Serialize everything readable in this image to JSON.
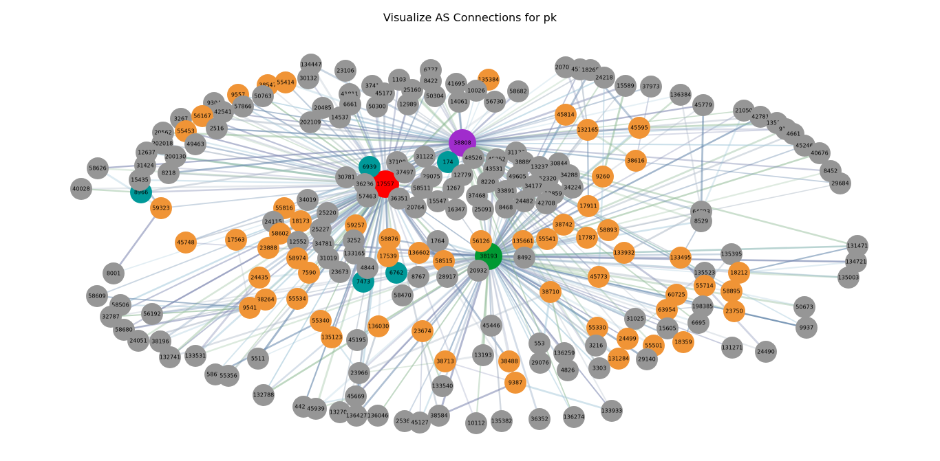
{
  "title": "Visualize AS Connections for pk",
  "colors": {
    "default": "#969696",
    "orange": "#f09436",
    "teal": "#009999",
    "red": "#ff0000",
    "purple": "#a02ccc",
    "green": "#009933"
  },
  "hubs": [
    "17557",
    "38193",
    "38808"
  ],
  "edge_colors": [
    "#5b7fa6",
    "#9fc5d8",
    "#8cb892",
    "#7c86b0",
    "#aab6c4"
  ],
  "nodes": [
    {
      "id": "17557",
      "c": "red",
      "hub": true
    },
    {
      "id": "38193",
      "c": "green",
      "hub": true
    },
    {
      "id": "38808",
      "c": "purple",
      "hub": true
    },
    {
      "id": "6939",
      "c": "teal"
    },
    {
      "id": "174",
      "c": "teal"
    },
    {
      "id": "8966",
      "c": "teal"
    },
    {
      "id": "7473",
      "c": "teal"
    },
    {
      "id": "6762",
      "c": "teal"
    },
    {
      "id": "134447"
    },
    {
      "id": "23106"
    },
    {
      "id": "6777"
    },
    {
      "id": "30132"
    },
    {
      "id": "38547",
      "c": "orange"
    },
    {
      "id": "55414",
      "c": "orange"
    },
    {
      "id": "1103"
    },
    {
      "id": "8422"
    },
    {
      "id": "135384",
      "c": "orange"
    },
    {
      "id": "3741"
    },
    {
      "id": "41695"
    },
    {
      "id": "25160"
    },
    {
      "id": "45177"
    },
    {
      "id": "41811"
    },
    {
      "id": "10026"
    },
    {
      "id": "58682"
    },
    {
      "id": "9557",
      "c": "orange"
    },
    {
      "id": "50763"
    },
    {
      "id": "50304"
    },
    {
      "id": "9304"
    },
    {
      "id": "57866"
    },
    {
      "id": "6661"
    },
    {
      "id": "12989"
    },
    {
      "id": "14061"
    },
    {
      "id": "56730"
    },
    {
      "id": "42541"
    },
    {
      "id": "20485"
    },
    {
      "id": "50300"
    },
    {
      "id": "3267"
    },
    {
      "id": "56167",
      "c": "orange"
    },
    {
      "id": "14537"
    },
    {
      "id": "202109"
    },
    {
      "id": "2516"
    },
    {
      "id": "20562"
    },
    {
      "id": "55453",
      "c": "orange"
    },
    {
      "id": "202018"
    },
    {
      "id": "49463"
    },
    {
      "id": "12637"
    },
    {
      "id": "200130"
    },
    {
      "id": "31424"
    },
    {
      "id": "8218"
    },
    {
      "id": "15435"
    },
    {
      "id": "58626"
    },
    {
      "id": "40028"
    },
    {
      "id": "59323",
      "c": "orange"
    },
    {
      "id": "207072"
    },
    {
      "id": "45178"
    },
    {
      "id": "18265"
    },
    {
      "id": "24218"
    },
    {
      "id": "15589"
    },
    {
      "id": "37973"
    },
    {
      "id": "136384"
    },
    {
      "id": "45779"
    },
    {
      "id": "45814",
      "c": "orange"
    },
    {
      "id": "21050"
    },
    {
      "id": "42781"
    },
    {
      "id": "135124"
    },
    {
      "id": "9155"
    },
    {
      "id": "4661"
    },
    {
      "id": "45246"
    },
    {
      "id": "40676"
    },
    {
      "id": "132165",
      "c": "orange"
    },
    {
      "id": "45595",
      "c": "orange"
    },
    {
      "id": "31133"
    },
    {
      "id": "45352"
    },
    {
      "id": "31122"
    },
    {
      "id": "37100"
    },
    {
      "id": "37497"
    },
    {
      "id": "48526"
    },
    {
      "id": "38880"
    },
    {
      "id": "13237"
    },
    {
      "id": "30844"
    },
    {
      "id": "38616",
      "c": "orange"
    },
    {
      "id": "8452"
    },
    {
      "id": "29684"
    },
    {
      "id": "30781"
    },
    {
      "id": "36236"
    },
    {
      "id": "29075"
    },
    {
      "id": "12779"
    },
    {
      "id": "43531"
    },
    {
      "id": "49605"
    },
    {
      "id": "52320"
    },
    {
      "id": "34288"
    },
    {
      "id": "9260",
      "c": "orange"
    },
    {
      "id": "8220"
    },
    {
      "id": "34177"
    },
    {
      "id": "34224"
    },
    {
      "id": "58511"
    },
    {
      "id": "1267"
    },
    {
      "id": "33891"
    },
    {
      "id": "12859"
    },
    {
      "id": "57463"
    },
    {
      "id": "36351"
    },
    {
      "id": "15547"
    },
    {
      "id": "37468"
    },
    {
      "id": "24482"
    },
    {
      "id": "42708"
    },
    {
      "id": "34019"
    },
    {
      "id": "20764"
    },
    {
      "id": "16347"
    },
    {
      "id": "25091"
    },
    {
      "id": "8468"
    },
    {
      "id": "17911",
      "c": "orange"
    },
    {
      "id": "64093"
    },
    {
      "id": "8529"
    },
    {
      "id": "55816",
      "c": "orange"
    },
    {
      "id": "25220"
    },
    {
      "id": "24115"
    },
    {
      "id": "18173",
      "c": "orange"
    },
    {
      "id": "25227"
    },
    {
      "id": "59257",
      "c": "orange"
    },
    {
      "id": "38742",
      "c": "orange"
    },
    {
      "id": "58893",
      "c": "orange"
    },
    {
      "id": "58602",
      "c": "orange"
    },
    {
      "id": "45748",
      "c": "orange"
    },
    {
      "id": "17563",
      "c": "orange"
    },
    {
      "id": "12552"
    },
    {
      "id": "58876",
      "c": "orange"
    },
    {
      "id": "1764"
    },
    {
      "id": "3252"
    },
    {
      "id": "34781"
    },
    {
      "id": "56126",
      "c": "orange"
    },
    {
      "id": "135661",
      "c": "orange"
    },
    {
      "id": "55541",
      "c": "orange"
    },
    {
      "id": "17787",
      "c": "orange"
    },
    {
      "id": "23888",
      "c": "orange"
    },
    {
      "id": "133165"
    },
    {
      "id": "136602",
      "c": "orange"
    },
    {
      "id": "133932",
      "c": "orange"
    },
    {
      "id": "133495",
      "c": "orange"
    },
    {
      "id": "135395"
    },
    {
      "id": "131471"
    },
    {
      "id": "58974",
      "c": "orange"
    },
    {
      "id": "31019"
    },
    {
      "id": "17539",
      "c": "orange"
    },
    {
      "id": "58515",
      "c": "orange"
    },
    {
      "id": "8492"
    },
    {
      "id": "134721"
    },
    {
      "id": "8001"
    },
    {
      "id": "7590",
      "c": "orange"
    },
    {
      "id": "23673"
    },
    {
      "id": "4844"
    },
    {
      "id": "8767"
    },
    {
      "id": "28917"
    },
    {
      "id": "20932"
    },
    {
      "id": "135523"
    },
    {
      "id": "18212",
      "c": "orange"
    },
    {
      "id": "135003"
    },
    {
      "id": "24435",
      "c": "orange"
    },
    {
      "id": "45773",
      "c": "orange"
    },
    {
      "id": "55714",
      "c": "orange"
    },
    {
      "id": "58609"
    },
    {
      "id": "38264",
      "c": "orange"
    },
    {
      "id": "55534",
      "c": "orange"
    },
    {
      "id": "58470"
    },
    {
      "id": "38710",
      "c": "orange"
    },
    {
      "id": "60725",
      "c": "orange"
    },
    {
      "id": "58895",
      "c": "orange"
    },
    {
      "id": "58506"
    },
    {
      "id": "9541",
      "c": "orange"
    },
    {
      "id": "56192"
    },
    {
      "id": "198385"
    },
    {
      "id": "23750",
      "c": "orange"
    },
    {
      "id": "50673"
    },
    {
      "id": "32787"
    },
    {
      "id": "63954",
      "c": "orange"
    },
    {
      "id": "31025"
    },
    {
      "id": "55340",
      "c": "orange"
    },
    {
      "id": "136030",
      "c": "orange"
    },
    {
      "id": "45446"
    },
    {
      "id": "6695"
    },
    {
      "id": "58680"
    },
    {
      "id": "23674",
      "c": "orange"
    },
    {
      "id": "55330",
      "c": "orange"
    },
    {
      "id": "15605"
    },
    {
      "id": "9937"
    },
    {
      "id": "24051"
    },
    {
      "id": "135123",
      "c": "orange"
    },
    {
      "id": "45195"
    },
    {
      "id": "553"
    },
    {
      "id": "3216"
    },
    {
      "id": "24499",
      "c": "orange"
    },
    {
      "id": "18359",
      "c": "orange"
    },
    {
      "id": "55501",
      "c": "orange"
    },
    {
      "id": "131271"
    },
    {
      "id": "24490"
    },
    {
      "id": "38196"
    },
    {
      "id": "133531"
    },
    {
      "id": "132741"
    },
    {
      "id": "5511"
    },
    {
      "id": "13193"
    },
    {
      "id": "38713",
      "c": "orange"
    },
    {
      "id": "38488",
      "c": "orange"
    },
    {
      "id": "29076"
    },
    {
      "id": "136259"
    },
    {
      "id": "131284",
      "c": "orange"
    },
    {
      "id": "29140"
    },
    {
      "id": "58616"
    },
    {
      "id": "55356"
    },
    {
      "id": "23966"
    },
    {
      "id": "4826"
    },
    {
      "id": "3303"
    },
    {
      "id": "9387",
      "c": "orange"
    },
    {
      "id": "133540"
    },
    {
      "id": "132788"
    },
    {
      "id": "45669"
    },
    {
      "id": "44217"
    },
    {
      "id": "45939"
    },
    {
      "id": "132707"
    },
    {
      "id": "136427"
    },
    {
      "id": "136046"
    },
    {
      "id": "38584"
    },
    {
      "id": "25369"
    },
    {
      "id": "45127"
    },
    {
      "id": "10112"
    },
    {
      "id": "135382"
    },
    {
      "id": "36352"
    },
    {
      "id": "136274"
    },
    {
      "id": "133933"
    }
  ],
  "extra_edges": [
    [
      "207072",
      "132165"
    ],
    [
      "45178",
      "132165"
    ],
    [
      "18265",
      "45595"
    ],
    [
      "24218",
      "9260"
    ],
    [
      "15589",
      "9260"
    ],
    [
      "37973",
      "38616"
    ],
    [
      "136384",
      "64093"
    ],
    [
      "45779",
      "64093"
    ],
    [
      "21050",
      "64093"
    ],
    [
      "135124",
      "45595"
    ],
    [
      "9155",
      "132165"
    ],
    [
      "64093",
      "133932"
    ],
    [
      "8529",
      "133495"
    ],
    [
      "9260",
      "45773"
    ],
    [
      "38616",
      "132165"
    ],
    [
      "133495",
      "55714"
    ],
    [
      "135395",
      "55714"
    ],
    [
      "18212",
      "131471"
    ],
    [
      "18212",
      "134721"
    ],
    [
      "18212",
      "135003"
    ],
    [
      "135523",
      "60725"
    ],
    [
      "198385",
      "63954"
    ],
    [
      "23750",
      "9937"
    ],
    [
      "58895",
      "50673"
    ],
    [
      "60725",
      "23750"
    ],
    [
      "55714",
      "24490"
    ],
    [
      "55501",
      "63954"
    ],
    [
      "18359",
      "55714"
    ],
    [
      "131284",
      "38710"
    ],
    [
      "24499",
      "60725"
    ],
    [
      "45748",
      "23888"
    ],
    [
      "17563",
      "9541"
    ],
    [
      "9541",
      "58609"
    ],
    [
      "9541",
      "58506"
    ],
    [
      "9541",
      "32787"
    ],
    [
      "9541",
      "58680"
    ],
    [
      "9541",
      "24051"
    ],
    [
      "38264",
      "56192"
    ],
    [
      "38264",
      "38196"
    ],
    [
      "24435",
      "132741"
    ],
    [
      "24435",
      "133531"
    ],
    [
      "55534",
      "55356"
    ],
    [
      "55340",
      "58616"
    ],
    [
      "23966",
      "55340"
    ],
    [
      "23966",
      "38713"
    ],
    [
      "38713",
      "9387"
    ],
    [
      "38713",
      "13193"
    ],
    [
      "9387",
      "38488"
    ],
    [
      "9387",
      "133933"
    ],
    [
      "23674",
      "133540"
    ],
    [
      "23674",
      "45127"
    ],
    [
      "136030",
      "45669"
    ],
    [
      "135123",
      "132788"
    ],
    [
      "45669",
      "44217"
    ],
    [
      "45669",
      "45939"
    ],
    [
      "38584",
      "9387"
    ],
    [
      "23966",
      "132707"
    ],
    [
      "23966",
      "136427"
    ],
    [
      "38710",
      "29076"
    ],
    [
      "38710",
      "4826"
    ],
    [
      "38710",
      "3303"
    ],
    [
      "38710",
      "23966"
    ],
    [
      "15435",
      "59323"
    ],
    [
      "58626",
      "59323"
    ],
    [
      "40028",
      "8966"
    ],
    [
      "8001",
      "59323"
    ],
    [
      "38742",
      "133932"
    ],
    [
      "17911",
      "132165"
    ],
    [
      "38193",
      "135003"
    ],
    [
      "38193",
      "131471"
    ],
    [
      "38193",
      "134721"
    ]
  ]
}
